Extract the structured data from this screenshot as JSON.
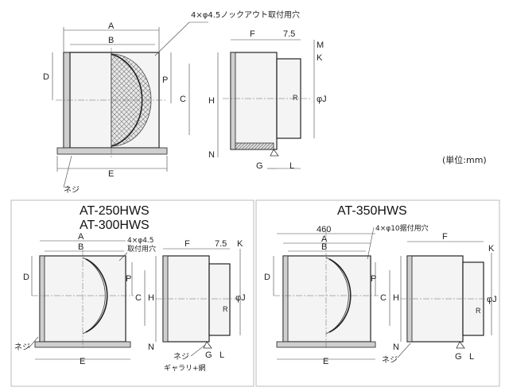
{
  "top": {
    "knockout_note": "4×φ4.5ノックアウト取付用穴",
    "unit_note": "(単位:mm)",
    "screw_label": "ネジ",
    "front_labels": {
      "A": "A",
      "B": "B",
      "C": "C",
      "D": "D",
      "E": "E",
      "P": "P"
    },
    "side_labels": {
      "F": "F",
      "dim_7_5": "7.5",
      "K": "K",
      "M": "M",
      "H": "H",
      "phiJ": "φJ",
      "N": "N",
      "G": "G",
      "L": "L",
      "R": "R"
    }
  },
  "panel_left": {
    "title_line1": "AT-250HWS",
    "title_line2": "AT-300HWS",
    "hole_note_line1": "4×φ4.5",
    "hole_note_line2": "取付用穴",
    "screw_label": "ネジ",
    "screw_label_side": "ネジ",
    "gallery_note": "ギャラリ+網",
    "front_labels": {
      "A": "A",
      "B": "B",
      "C": "C",
      "D": "D",
      "E": "E",
      "P": "P"
    },
    "side_labels": {
      "F": "F",
      "dim_7_5": "7.5",
      "K": "K",
      "H": "H",
      "phiJ": "φJ",
      "N": "N",
      "G": "G",
      "L": "L",
      "R": "R"
    }
  },
  "panel_right": {
    "title": "AT-350HWS",
    "dim_460": "460",
    "hole_note": "4×φ10据付用穴",
    "screw_label": "ネジ",
    "front_labels": {
      "A": "A",
      "B": "B",
      "C": "C",
      "D": "D",
      "E": "E",
      "P": "P"
    },
    "side_labels": {
      "F": "F",
      "K": "K",
      "H": "H",
      "phiJ": "φJ",
      "N": "N",
      "G": "G",
      "L": "L",
      "R": "R"
    }
  }
}
